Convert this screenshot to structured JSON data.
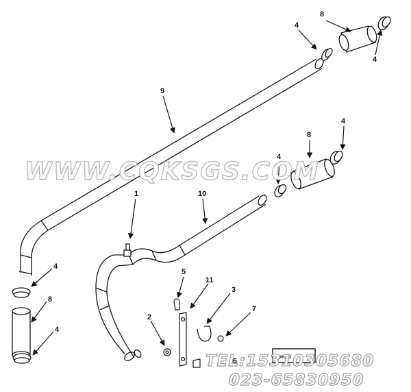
{
  "callouts": {
    "c1": "1",
    "c2": "2",
    "c3": "3",
    "c4a": "4",
    "c4b": "4",
    "c4c": "4",
    "c4d": "4",
    "c4e": "4",
    "c4f": "4",
    "c5": "5",
    "c6": "6",
    "c7": "7",
    "c8a": "8",
    "c8b": "8",
    "c8c": "8",
    "c9": "9",
    "c10": "10",
    "c11": "11"
  },
  "stamp": {
    "text": "wo 6"
  },
  "watermark": {
    "site": "WWW.CQKSGS.COM",
    "tel": "TEL:15310305680",
    "phone": "023-65830950"
  },
  "colors": {
    "line": "#111111",
    "watermark": "#b8b8b8"
  }
}
